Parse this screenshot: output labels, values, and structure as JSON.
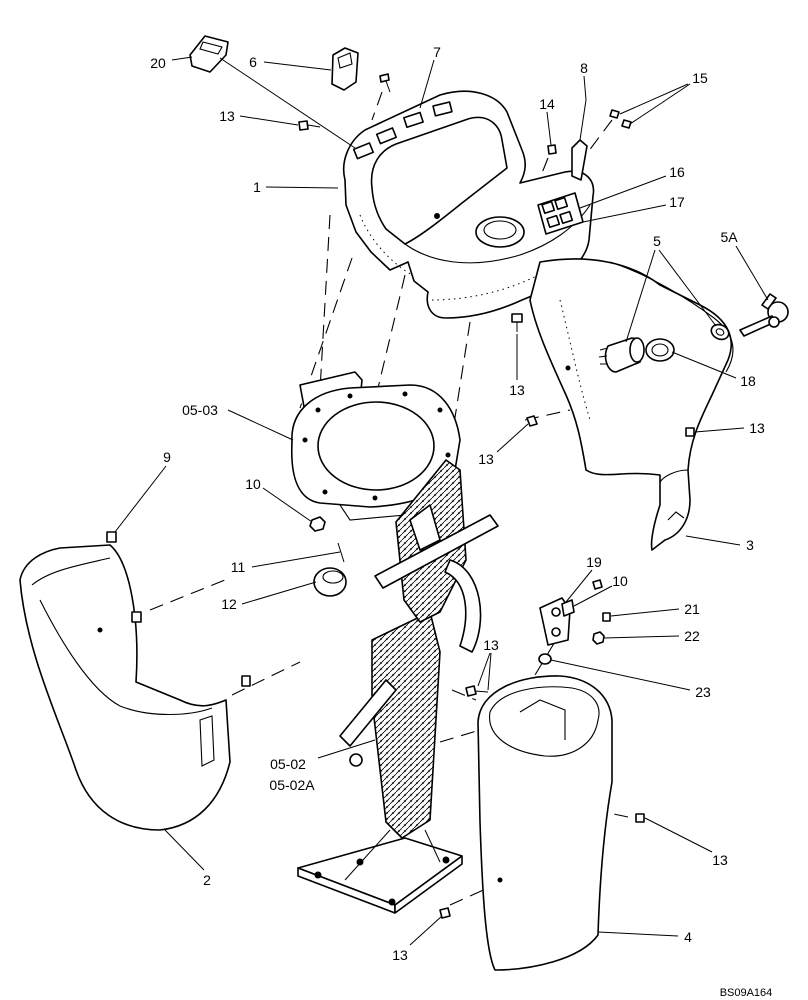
{
  "callouts": [
    "20",
    "6",
    "7",
    "8",
    "15",
    "14",
    "13",
    "1",
    "16",
    "17",
    "5",
    "5A",
    "13",
    "18",
    "05-03",
    "13",
    "13",
    "9",
    "10",
    "3",
    "11",
    "12",
    "19",
    "10",
    "21",
    "22",
    "13",
    "23",
    "05-02",
    "05-02A",
    "2",
    "13",
    "13",
    "4"
  ],
  "drawing_number": "BS09A164"
}
